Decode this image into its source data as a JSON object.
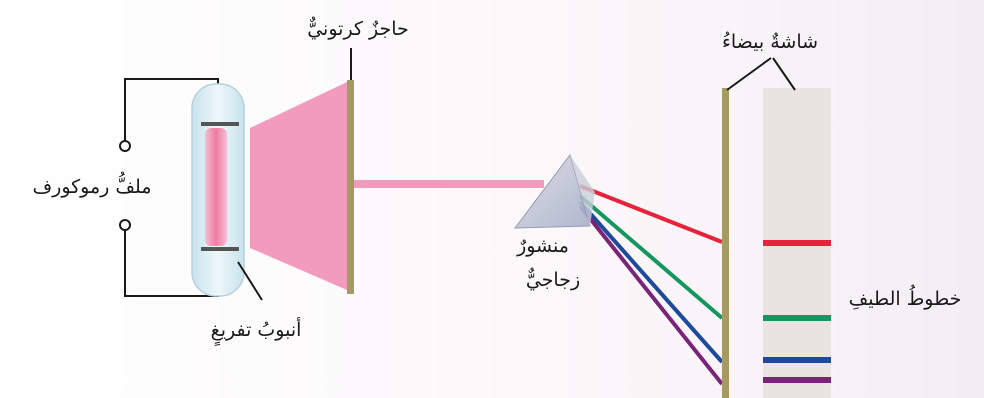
{
  "labels": {
    "cardboard_barrier": "حاجزٌ كرتونيٌّ",
    "white_screen": "شاشةٌ بيضاءُ",
    "ruhmkorff_coil": "ملفُّ رموكورف",
    "prism_line1": "منشورٌ",
    "prism_line2": "زجاجيٌّ",
    "discharge_tube": "أنبوبُ تفريغٍ",
    "spectrum_lines": "خطوطُ الطيفِ"
  },
  "colors": {
    "beam_pink": "#f29bbd",
    "barrier": "#a59a63",
    "screen_panel": "#e9e4df",
    "red": "#e8223a",
    "green": "#13975f",
    "blue": "#1d4a9a",
    "purple": "#7a2478"
  },
  "spectrum": [
    "red",
    "green",
    "blue",
    "purple"
  ]
}
